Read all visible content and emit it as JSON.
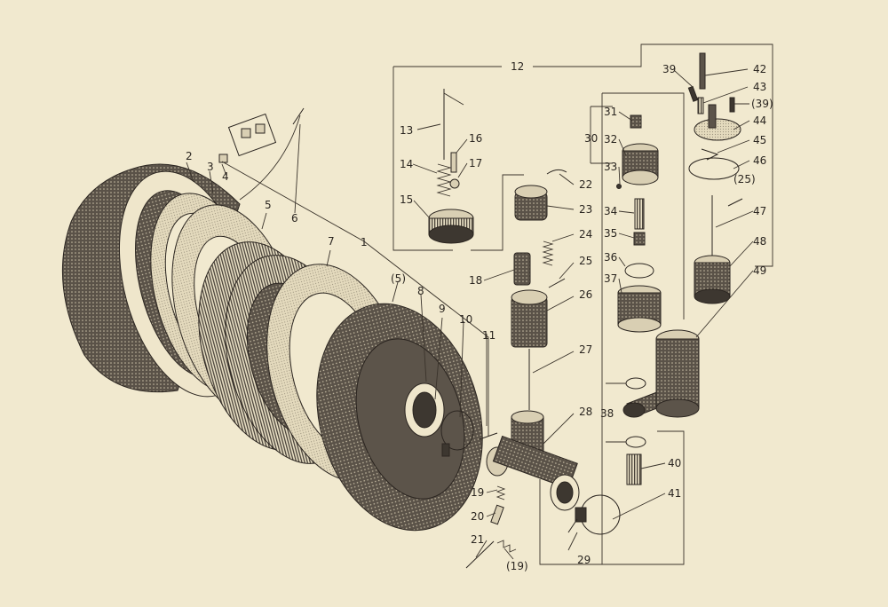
{
  "diagram": {
    "part_labels": [
      "1",
      "2",
      "3",
      "4",
      "5",
      "(5)",
      "6",
      "7",
      "8",
      "9",
      "10",
      "11",
      "12",
      "13",
      "14",
      "15",
      "16",
      "17",
      "18",
      "19",
      "(19)",
      "20",
      "21",
      "22",
      "23",
      "24",
      "25",
      "(25)",
      "26",
      "27",
      "28",
      "29",
      "30",
      "31",
      "32",
      "33",
      "34",
      "35",
      "36",
      "37",
      "38",
      "39",
      "(39)",
      "40",
      "41",
      "42",
      "43",
      "44",
      "45",
      "46",
      "47",
      "48",
      "49"
    ]
  },
  "colors": {
    "paper": "#f1e9cf",
    "ink": "#2b2520",
    "dark": "#3d3730",
    "mid": "#8d8576",
    "light": "#e6dcc0"
  }
}
